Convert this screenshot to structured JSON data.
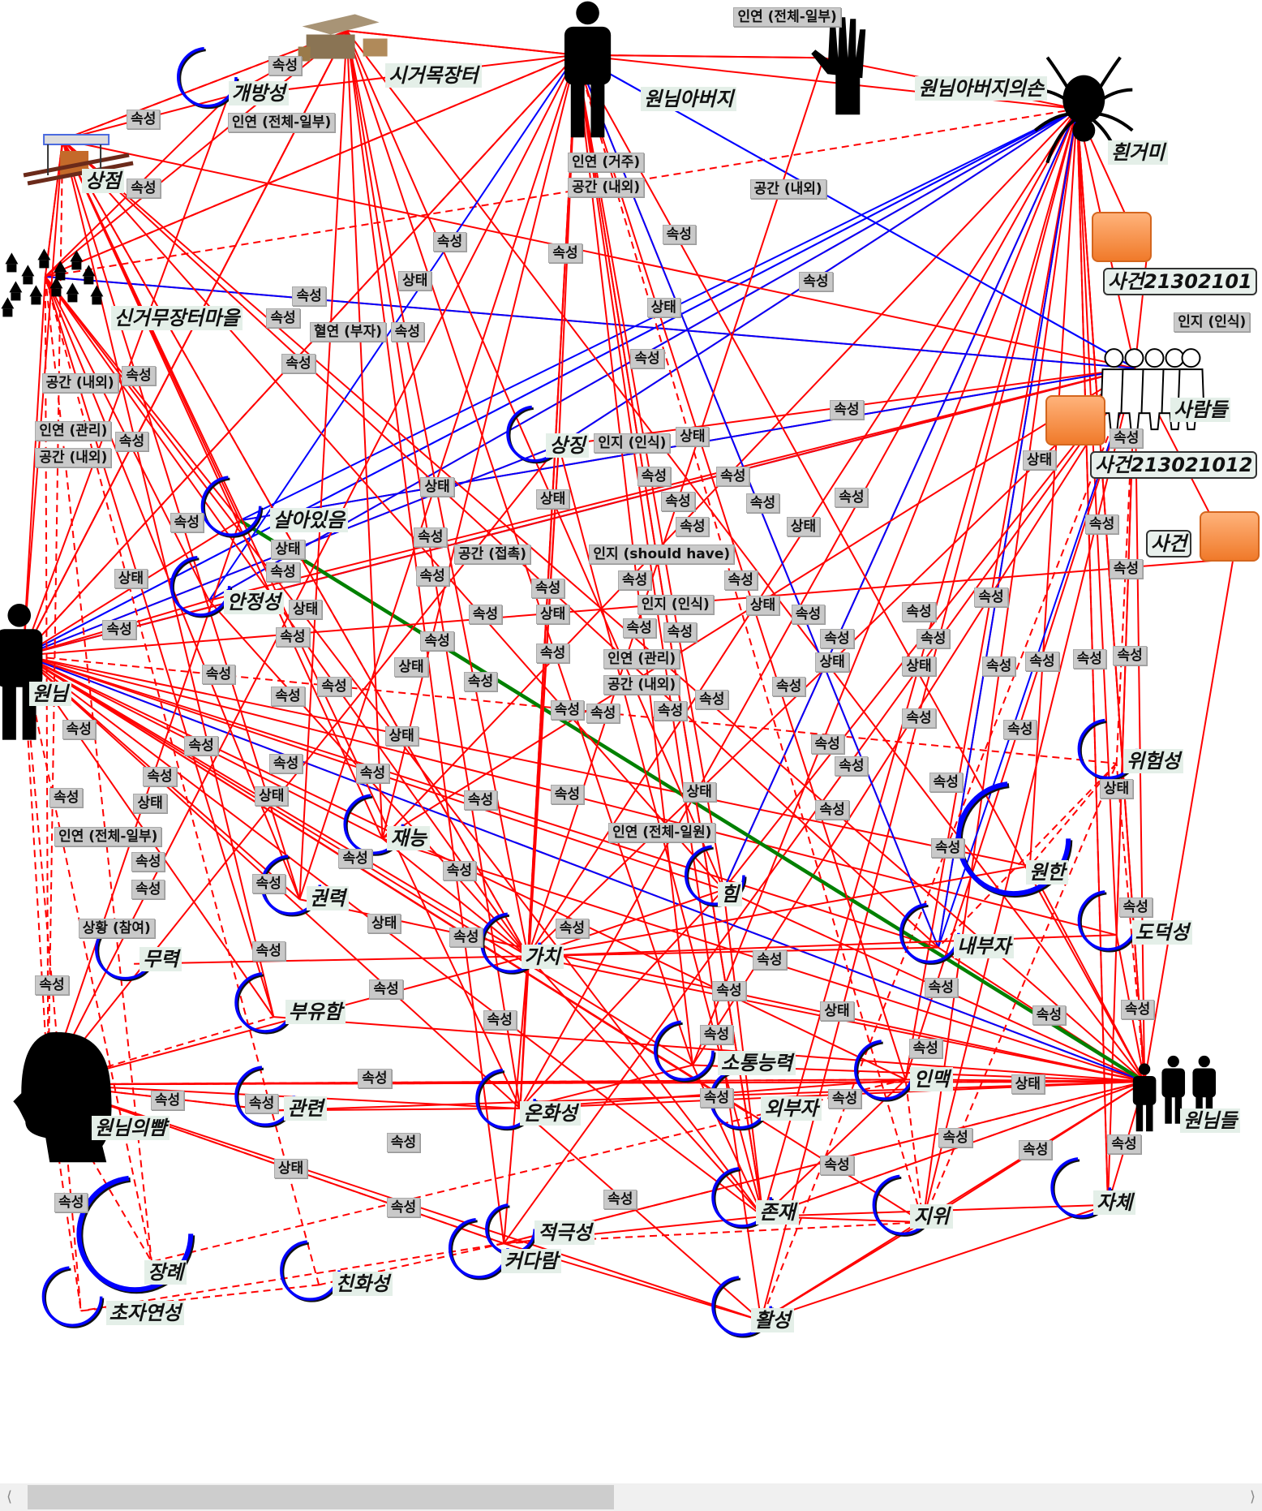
{
  "nodes": [
    {
      "id": "gaebang",
      "label": "개방성",
      "type": "attribute"
    },
    {
      "id": "sijang",
      "label": "시거목장터",
      "type": "place"
    },
    {
      "id": "abeoji",
      "label": "원님아버지",
      "type": "person"
    },
    {
      "id": "son",
      "label": "원님아버지의손",
      "type": "object"
    },
    {
      "id": "geomi",
      "label": "흰거미",
      "type": "creature"
    },
    {
      "id": "ev1",
      "label": "사건21302101",
      "type": "event"
    },
    {
      "id": "saram",
      "label": "사람들",
      "type": "group"
    },
    {
      "id": "ev2",
      "label": "사건213021012",
      "type": "event"
    },
    {
      "id": "ev3",
      "label": "사건",
      "type": "event"
    },
    {
      "id": "sangjeom",
      "label": "상점",
      "type": "place"
    },
    {
      "id": "maeul",
      "label": "신거무장터마을",
      "type": "place"
    },
    {
      "id": "won",
      "label": "원님",
      "type": "person"
    },
    {
      "id": "ppyam",
      "label": "원님의뺨",
      "type": "body-part"
    },
    {
      "id": "wonnimdeul",
      "label": "원님들",
      "type": "group"
    },
    {
      "id": "sal",
      "label": "살아있음",
      "type": "attribute"
    },
    {
      "id": "anjeong",
      "label": "안정성",
      "type": "attribute"
    },
    {
      "id": "sang",
      "label": "상징",
      "type": "attribute"
    },
    {
      "id": "jaeneung",
      "label": "재능",
      "type": "attribute"
    },
    {
      "id": "gwonryeok",
      "label": "권력",
      "type": "attribute"
    },
    {
      "id": "muryeok",
      "label": "무력",
      "type": "attribute"
    },
    {
      "id": "buyu",
      "label": "부유함",
      "type": "attribute"
    },
    {
      "id": "gachi",
      "label": "가치",
      "type": "attribute"
    },
    {
      "id": "him",
      "label": "힘",
      "type": "attribute"
    },
    {
      "id": "wonhan",
      "label": "원한",
      "type": "attribute"
    },
    {
      "id": "wiheom",
      "label": "위험성",
      "type": "attribute"
    },
    {
      "id": "dodeok",
      "label": "도덕성",
      "type": "attribute"
    },
    {
      "id": "naebu",
      "label": "내부자",
      "type": "attribute"
    },
    {
      "id": "sotong",
      "label": "소통능력",
      "type": "attribute"
    },
    {
      "id": "oebu",
      "label": "외부자",
      "type": "attribute"
    },
    {
      "id": "inmaek",
      "label": "인맥",
      "type": "attribute"
    },
    {
      "id": "gwan",
      "label": "관련",
      "type": "attribute"
    },
    {
      "id": "onhwa",
      "label": "온화성",
      "type": "attribute"
    },
    {
      "id": "jonjae",
      "label": "존재",
      "type": "attribute"
    },
    {
      "id": "jiwi",
      "label": "지위",
      "type": "attribute"
    },
    {
      "id": "jache",
      "label": "자체",
      "type": "attribute"
    },
    {
      "id": "jangrye",
      "label": "장례",
      "type": "attribute"
    },
    {
      "id": "choja",
      "label": "초자연성",
      "type": "attribute"
    },
    {
      "id": "chinhwa",
      "label": "친화성",
      "type": "attribute"
    },
    {
      "id": "keodaram",
      "label": "커다람",
      "type": "attribute"
    },
    {
      "id": "jeokgeuk",
      "label": "적극성",
      "type": "attribute"
    },
    {
      "id": "hwal",
      "label": "활성",
      "type": "attribute"
    }
  ],
  "edge_labels": [
    "속성",
    "속성",
    "인연 (전체-일부)",
    "속성",
    "인연 (전체-일부)",
    "인연 (거주)",
    "공간 (내외)",
    "공간 (내외)",
    "속성",
    "속성",
    "속성",
    "상태",
    "속성",
    "속성",
    "속성",
    "혈연 (부자)",
    "속성",
    "상태",
    "속성",
    "속성",
    "인지 (인식)",
    "공간 (내외)",
    "속성",
    "인연 (관리)",
    "공간 (내외)",
    "속성",
    "속성",
    "상태",
    "인지 (인식)",
    "상태",
    "속성",
    "상태",
    "상태",
    "속성",
    "속성",
    "속성",
    "속성",
    "속성",
    "속성",
    "상태",
    "속성",
    "속성",
    "상태",
    "상태",
    "속성",
    "속성",
    "인지 (should have)",
    "공간 (접촉)",
    "속성",
    "속성",
    "속성",
    "인지 (인식)",
    "속성",
    "속성",
    "속성",
    "상태",
    "속성",
    "속성",
    "상태",
    "속성",
    "속성",
    "상태",
    "속성",
    "속성",
    "속성",
    "속성",
    "속성",
    "속성",
    "상태",
    "상태",
    "속성",
    "상태",
    "인연 (관리)",
    "공간 (내외)",
    "속성",
    "속성",
    "속성",
    "속성",
    "속성",
    "속성",
    "속성",
    "속성",
    "속성",
    "속성",
    "속성",
    "속성",
    "속성",
    "속성",
    "속성",
    "속성",
    "상태",
    "속성",
    "속성",
    "속성",
    "속성",
    "속성",
    "속성",
    "속성",
    "상태",
    "상태",
    "속성",
    "속성",
    "상태",
    "속성",
    "상태",
    "속성",
    "인연 (전체-일부)",
    "속성",
    "인연 (전체-일원)",
    "속성",
    "속성",
    "속성",
    "속성",
    "속성",
    "상황 (참여)",
    "상태",
    "속성",
    "속성",
    "속성",
    "속성",
    "속성",
    "속성",
    "속성",
    "속성",
    "속성",
    "속성",
    "상태",
    "속성",
    "속성",
    "속성",
    "속성",
    "속성",
    "속성",
    "속성",
    "속성",
    "속성",
    "상태",
    "속성",
    "상태",
    "속성",
    "속성",
    "속성",
    "속성",
    "속성",
    "속성",
    "속성"
  ],
  "colors": {
    "relation": "#ff0000",
    "spatial": "#0000ff",
    "highlight": "#008000",
    "node_label_bg": "#e4efe8",
    "edge_label_bg": "#c9c9c9"
  }
}
